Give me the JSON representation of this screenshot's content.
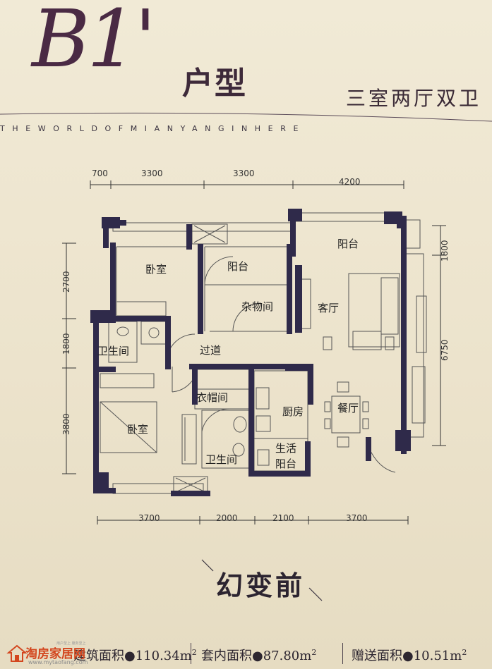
{
  "header": {
    "model_script": "B1'",
    "model_label": "户型",
    "room_config": "三室两厅双卫",
    "tagline": "THEWORLDOFMIANYANGINHERE"
  },
  "dimensions": {
    "top": [
      "700",
      "3300",
      "3300",
      "4200"
    ],
    "bottom": [
      "3700",
      "2000",
      "2100",
      "3700"
    ],
    "left": [
      "2700",
      "1800",
      "3800"
    ],
    "right": [
      "1800",
      "6750"
    ]
  },
  "rooms": {
    "bedroom_top": "卧室",
    "balcony_mid": "阳台",
    "storage": "杂物间",
    "balcony_top_right": "阳台",
    "living_room": "客厅",
    "bathroom_left": "卫生间",
    "corridor": "过道",
    "cloakroom": "衣帽间",
    "kitchen": "厨房",
    "dining_room": "餐厅",
    "bedroom_bottom": "卧室",
    "bathroom_bottom": "卫生间",
    "service_balcony_1": "生活",
    "service_balcony_2": "阳台"
  },
  "caption": "幻变前",
  "footer": {
    "building_area_label": "建筑面积",
    "building_area_value": "110.34m",
    "inner_area_label": "套内面积",
    "inner_area_value": "87.80m",
    "bonus_area_label": "赠送面积",
    "bonus_area_value": "10.51m",
    "unit_sup": "2"
  },
  "watermark": {
    "brand": "淘房家居网",
    "url": "www.mytaofang.com",
    "slogan": "用户至上 服务至上"
  },
  "colors": {
    "wall": "#2f2a4a",
    "title": "#4a2a44",
    "logo": "#d3461e"
  }
}
